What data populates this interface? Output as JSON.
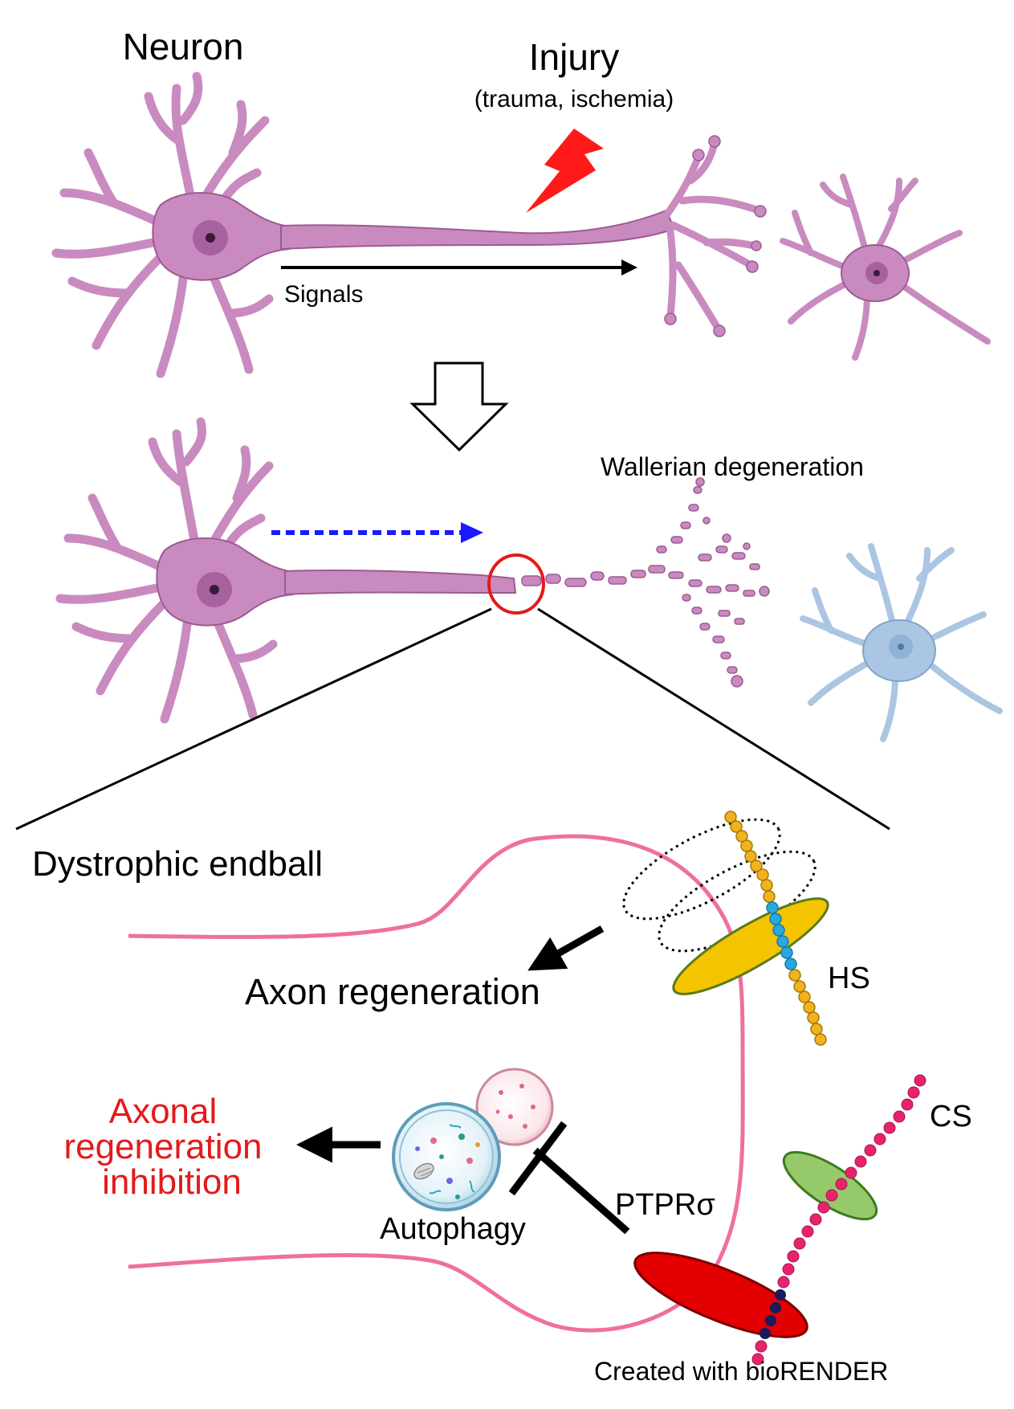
{
  "labels": {
    "neuron": "Neuron",
    "injury": "Injury",
    "injury_causes": "(trauma, ischemia)",
    "signals": "Signals",
    "wallerian": "Wallerian degeneration",
    "endball": "Dystrophic endball",
    "axon_regen": "Axon regeneration",
    "inhibition_line1": "Axonal",
    "inhibition_line2": "regeneration",
    "inhibition_line3": "inhibition",
    "autophagy": "Autophagy",
    "ptpr": "PTPRσ",
    "hs": "HS",
    "cs": "CS",
    "credit": "Created with bioRENDER"
  },
  "colors": {
    "neuron": "#c98bbf",
    "neuron_edge": "#9b5a93",
    "nucleus": "#8e4a87",
    "healthy_target": "#c98bbf",
    "degenerated_target": "#aac6e2",
    "degenerated_edge": "#7ea3c8",
    "bolt": "#ff1a1a",
    "signal_arrow": "#000000",
    "reduced_signal_arrow": "#1a1aff",
    "injury_circle": "#e31a1a",
    "membrane": "#ef6f9f",
    "inhibition_text": "#e31a1a",
    "hs_chain": "#f2b21f",
    "hs_linker": "#29a8e0",
    "hs_receptor": "#f5c400",
    "cs_chain": "#e8236e",
    "cs_receptor": "#95c96a",
    "ptpr_receptor": "#e30000",
    "ptpr_linker": "#1a1a5e"
  }
}
